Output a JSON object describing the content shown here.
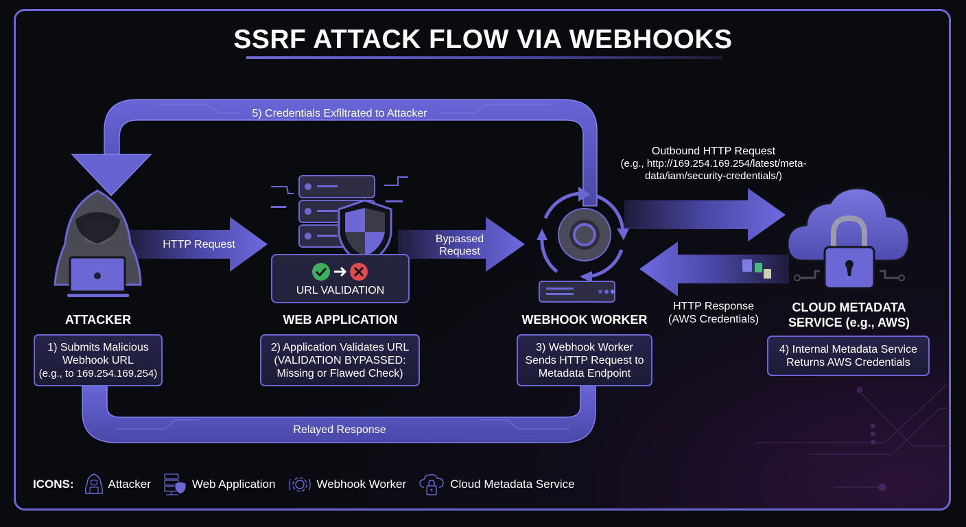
{
  "title": "SSRF ATTACK FLOW VIA WEBHOOKS",
  "colors": {
    "accent": "#6b68d6",
    "accent_light": "#7a78e6",
    "background": "#090b0f",
    "box_fill": "#22213f",
    "icon_gray": "#4a4a55",
    "ok_green": "#3fae5e",
    "fail_red": "#e14b4b"
  },
  "nodes": {
    "attacker": {
      "title": "ATTACKER",
      "icon": "hooded-attacker-laptop-icon",
      "step": [
        "1) Submits Malicious",
        "Webhook URL",
        "(e.g., to 169.254.169.254)"
      ]
    },
    "web_app": {
      "title": "WEB APPLICATION",
      "icon": "server-shield-icon",
      "validation_label": "URL VALIDATION",
      "step": [
        "2) Application Validates URL",
        "(VALIDATION BYPASSED:",
        "Missing or Flawed Check)"
      ]
    },
    "webhook_worker": {
      "title": "WEBHOOK WORKER",
      "icon": "gear-cycle-server-icon",
      "step": [
        "3) Webhook Worker",
        "Sends HTTP Request to",
        "Metadata Endpoint"
      ]
    },
    "cloud_metadata": {
      "title_line1": "CLOUD METADATA",
      "title_line2": "SERVICE (e.g., AWS)",
      "icon": "cloud-lock-icon",
      "step": [
        "4) Internal Metadata Service",
        "Returns AWS Credentials"
      ]
    }
  },
  "arrows": {
    "http_request": "HTTP Request",
    "bypassed_request_line1": "Bypassed",
    "bypassed_request_line2": "Request",
    "outbound_line1": "Outbound HTTP Request",
    "outbound_line2": "(e.g., http://169.254.169.254/latest/meta-",
    "outbound_line3": "data/iam/security-credentials/)",
    "response_line1": "HTTP Response",
    "response_line2": "(AWS Credentials)",
    "exfiltrated": "5) Credentials Exfiltrated to Attacker",
    "relayed": "Relayed Response"
  },
  "legend": {
    "heading": "ICONS:",
    "items": [
      {
        "label": "Attacker",
        "icon": "attacker-icon"
      },
      {
        "label": "Web Application",
        "icon": "web-application-icon"
      },
      {
        "label": "Webhook Worker",
        "icon": "webhook-worker-icon"
      },
      {
        "label": "Cloud Metadata Service",
        "icon": "cloud-metadata-icon"
      }
    ]
  }
}
